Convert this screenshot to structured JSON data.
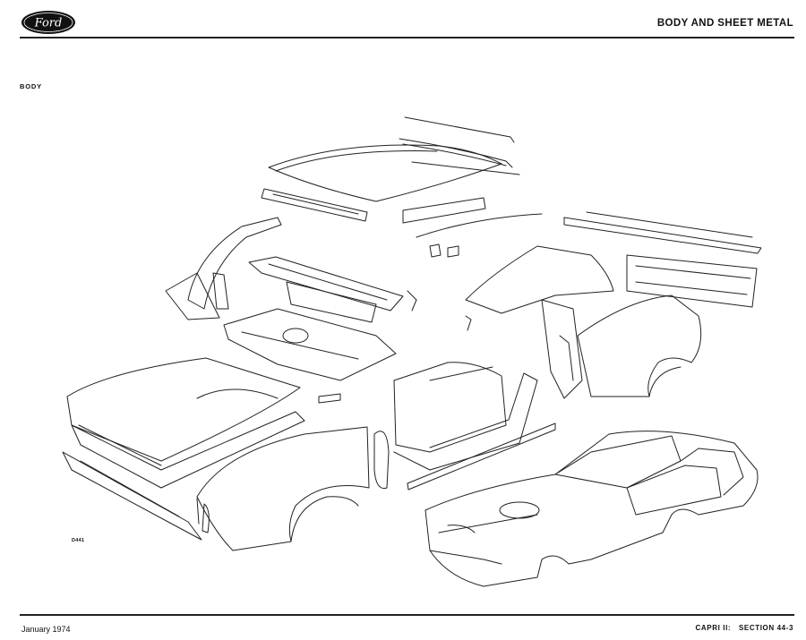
{
  "header": {
    "logo_text": "Ford",
    "title": "BODY AND SHEET METAL"
  },
  "section": {
    "label": "BODY"
  },
  "illustration": {
    "reference_code": "D441",
    "icon": "exploded-body-panels-illustration"
  },
  "footer": {
    "date": "January 1974",
    "model": "CAPRI II:",
    "section": "SECTION 44-3"
  }
}
